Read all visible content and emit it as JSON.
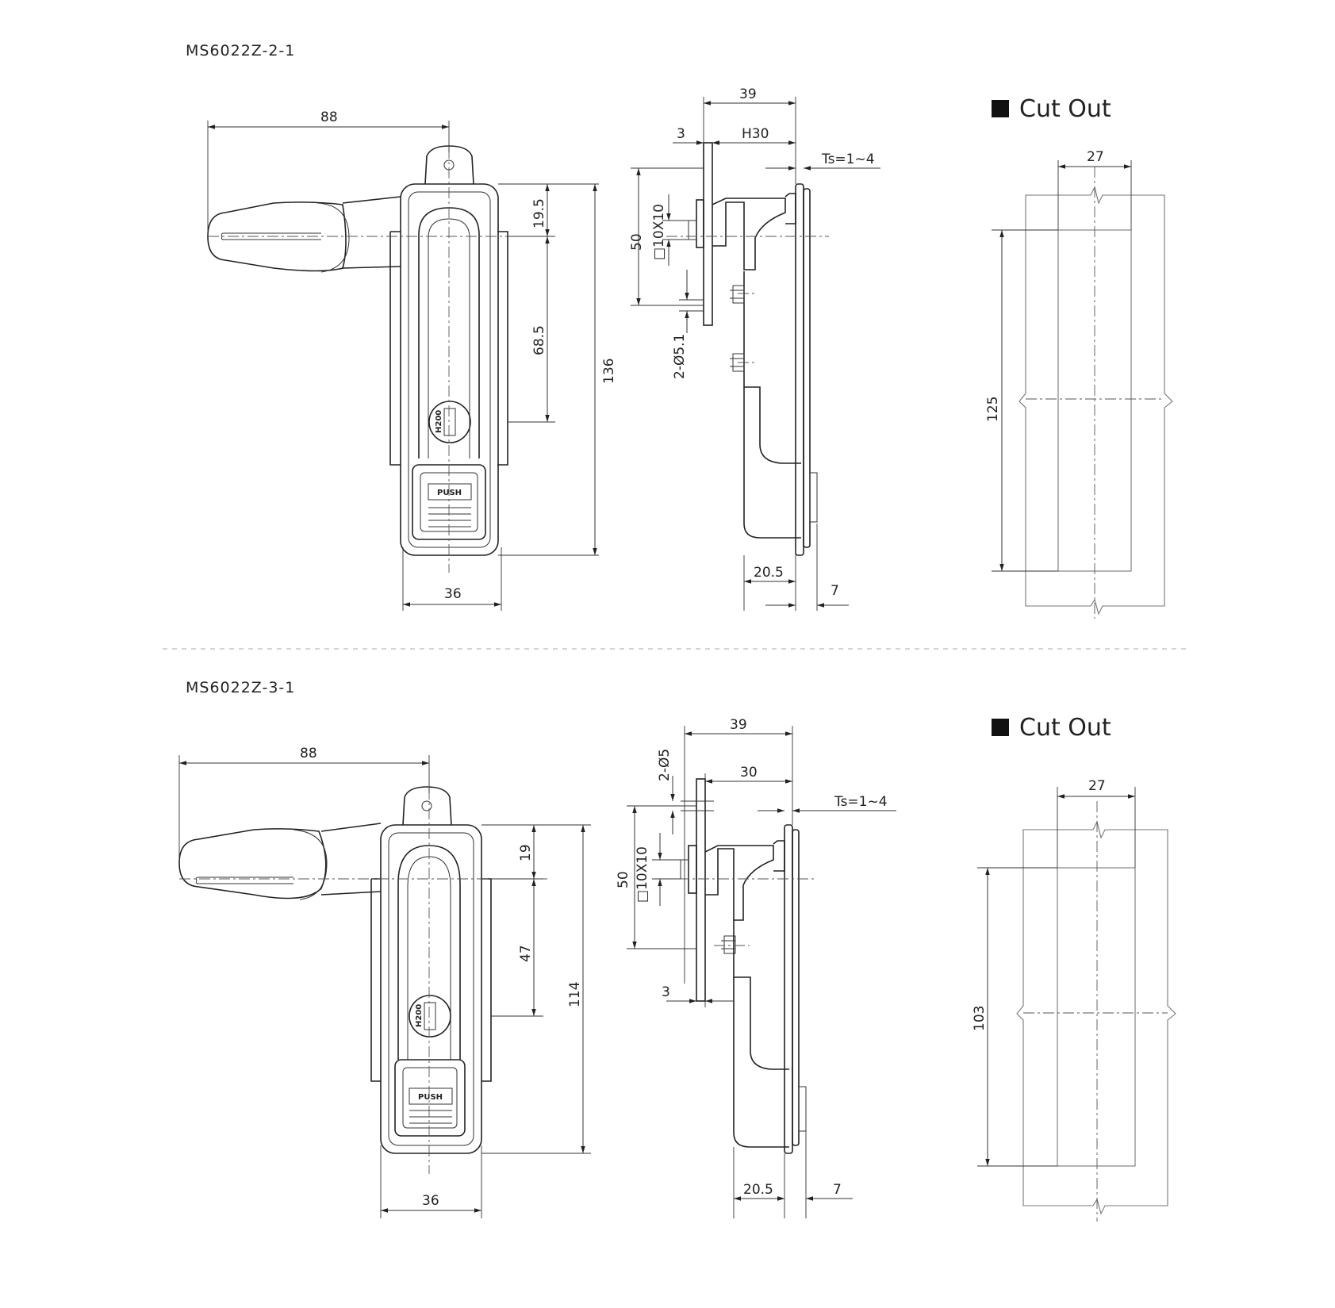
{
  "colors": {
    "line": "#222222",
    "background": "#ffffff",
    "separator": "#bbbbbb"
  },
  "top": {
    "model": "MS6022Z-2-1",
    "front": {
      "width_handle": "88",
      "dim_top": "19.5",
      "dim_mid": "68.5",
      "height": "136",
      "width_body": "36",
      "lock_label": "H200",
      "push_label": "PUSH"
    },
    "side": {
      "depth": "39",
      "plate": "3",
      "h": "H30",
      "ts": "Ts=1~4",
      "square": "□10X10",
      "span": "50",
      "holes": "2-Ø5.1",
      "bottom_a": "20.5",
      "bottom_b": "7"
    },
    "cutout": {
      "heading": "Cut Out",
      "width": "27",
      "height": "125"
    }
  },
  "bottom": {
    "model": "MS6022Z-3-1",
    "front": {
      "width_handle": "88",
      "dim_top": "19",
      "dim_mid": "47",
      "height": "114",
      "width_body": "36",
      "lock_label": "H200",
      "push_label": "PUSH"
    },
    "side": {
      "depth": "39",
      "holes": "2-Ø5",
      "h": "30",
      "ts": "Ts=1~4",
      "span": "50",
      "square": "□10X10",
      "plate": "3",
      "bottom_a": "20.5",
      "bottom_b": "7"
    },
    "cutout": {
      "heading": "Cut Out",
      "width": "27",
      "height": "103"
    }
  }
}
